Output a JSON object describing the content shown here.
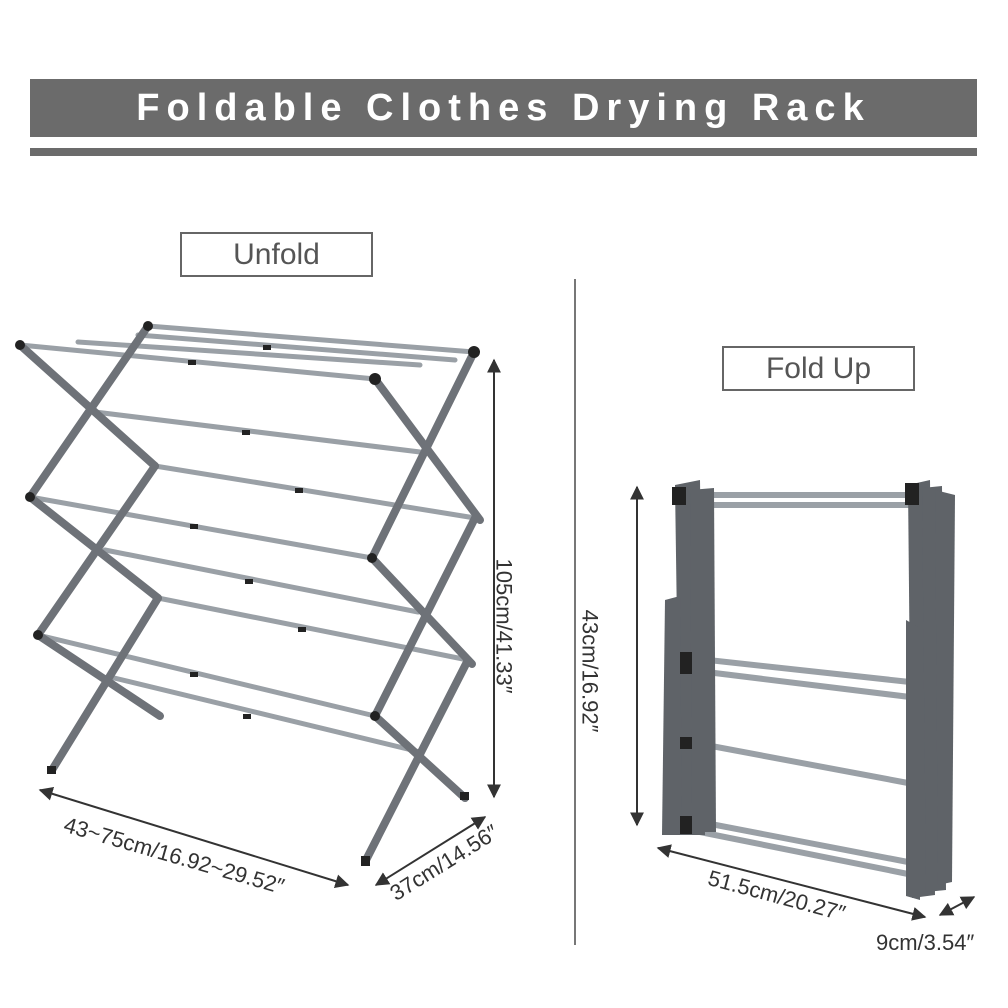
{
  "title": "Foldable Clothes Drying Rack",
  "unfold": {
    "label": "Unfold",
    "width_dim": "43~75cm/16.92~29.52″",
    "depth_dim": "37cm/14.56″",
    "height_dim": "105cm/41.33″"
  },
  "fold_up": {
    "label": "Fold Up",
    "height_dim": "43cm/16.92″",
    "width_dim": "51.5cm/20.27″",
    "depth_dim": "9cm/3.54″"
  },
  "colors": {
    "banner": "#6b6b6b",
    "frame": "#6e7278",
    "rod": "#9aa0a6",
    "connector": "#222222"
  }
}
